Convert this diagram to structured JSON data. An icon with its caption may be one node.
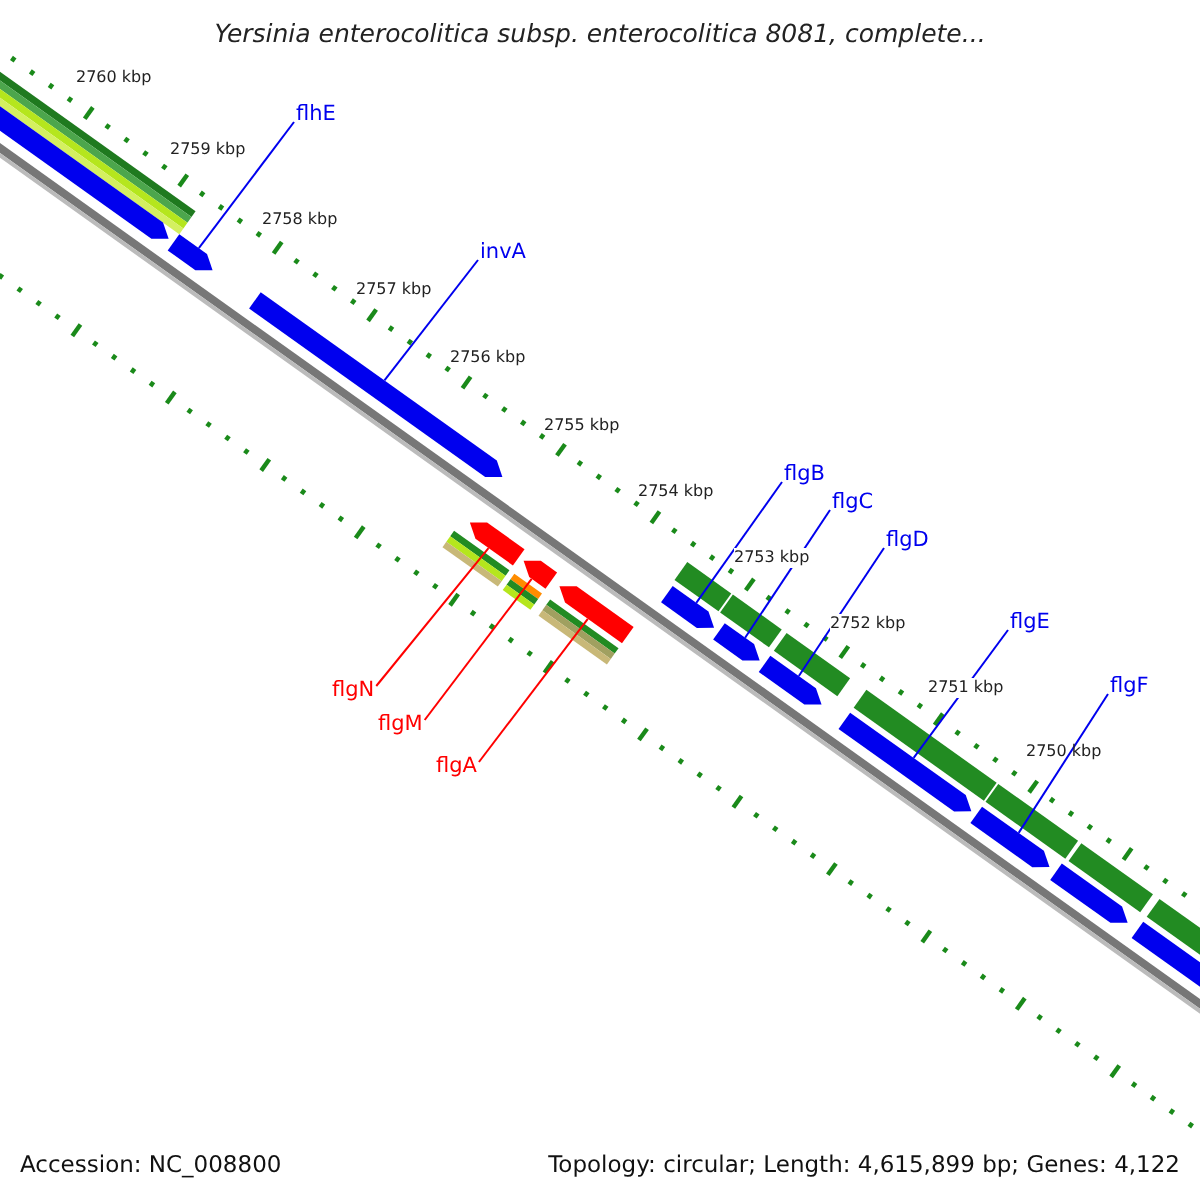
{
  "diagram": {
    "title": "Yersinia enterocolitica subsp. enterocolitica 8081, complete...",
    "nodes": [
      {
        "text": [
          "flhE"
        ]
      },
      {
        "text": [],
        "shape": "pentagon"
      },
      {
        "text": [
          "invA"
        ]
      },
      {
        "text": [],
        "shape": "pentagon"
      },
      {
        "text": [
          "flgB"
        ]
      },
      {
        "text": [],
        "shape": "pentagon"
      },
      {
        "text": [
          "flgC"
        ]
      },
      {
        "text": [],
        "shape": "pentagon"
      },
      {
        "text": [
          "flgD"
        ]
      },
      {
        "text": [],
        "shape": "pentagon"
      },
      {
        "text": [
          "flgE"
        ]
      },
      {
        "text": [],
        "shape": "pentagon"
      },
      {
        "text": [
          "flgF"
        ]
      },
      {
        "text": [],
        "shape": "pentagon"
      },
      {
        "text": [
          "flgN"
        ]
      },
      {
        "text": [],
        "shape": "pentagon"
      },
      {
        "text": [
          "flgM"
        ]
      },
      {
        "text": [],
        "shape": "pentagon"
      },
      {
        "text": [
          "flgA"
        ]
      },
      {
        "text": [],
        "shape": "pentagon"
      },
      {
        "text": [],
        "shape": "pentagon"
      },
      {
        "text": [],
        "shape": "pentagon"
      },
      {
        "text": [],
        "shape": "pentagon"
      }
    ],
    "edges": [
      {
        "from": 0,
        "to": 1,
        "arrow": "none"
      },
      {
        "from": 2,
        "to": 3,
        "arrow": "none"
      },
      {
        "from": 4,
        "to": 5,
        "arrow": "none"
      },
      {
        "from": 6,
        "to": 7,
        "arrow": "none"
      },
      {
        "from": 8,
        "to": 9,
        "arrow": "none"
      },
      {
        "from": 10,
        "to": 11,
        "arrow": "none"
      },
      {
        "from": 12,
        "to": 13,
        "arrow": "none"
      },
      {
        "from": 14,
        "to": 15,
        "arrow": "none",
        "color": "#ff0000"
      },
      {
        "from": 16,
        "to": 17,
        "arrow": "none",
        "color": "#ff0000"
      },
      {
        "from": 18,
        "to": 19,
        "arrow": "none",
        "color": "#ff0000"
      }
    ],
    "labels": [
      "2760 kbp",
      "2759 kbp",
      "2758 kbp",
      "2757 kbp",
      "2756 kbp",
      "2755 kbp",
      "2754 kbp",
      "2753 kbp",
      "2752 kbp",
      "2751 kbp",
      "2750 kbp",
      "Accession: NC_008800",
      "Topology: circular; Length: 4,615,899 bp; Genes: 4,122"
    ]
  }
}
